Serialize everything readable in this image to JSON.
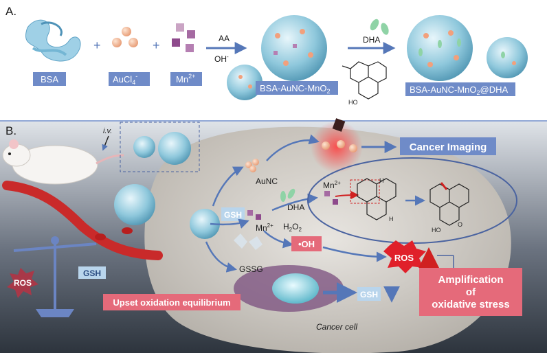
{
  "panel_a": {
    "section_label": "A.",
    "bsa": "BSA",
    "aucl4": "AuCl",
    "aucl4_sub": "4",
    "aucl4_sup": "-",
    "mn": "Mn",
    "mn_sup": "2+",
    "plus": "+",
    "aa": "AA",
    "oh": "OH",
    "oh_sup": "-",
    "dha": "DHA",
    "product1": "BSA-AuNC-MnO",
    "product1_sub": "2",
    "product2": "BSA-AuNC-MnO",
    "product2_sub": "2",
    "product2_tail": "@DHA",
    "ho": "HO"
  },
  "panel_b": {
    "section_label": "B.",
    "iv": "i.v.",
    "cancer_imaging": "Cancer Imaging",
    "aunc": "AuNC",
    "gsh": "GSH",
    "mn": "Mn",
    "mn_sup": "2+",
    "dha": "DHA",
    "h2o2_h": "H",
    "h2o2_2a": "2",
    "h2o2_o": "O",
    "h2o2_2b": "2",
    "oh_radical": "•OH",
    "gssg": "GSSG",
    "ros_center": "ROS",
    "ros_scale": "ROS",
    "gsh_scale": "GSH",
    "gsh_cell": "GSH",
    "upset": "Upset oxidation equilibrium",
    "cancer_cell": "Cancer cell",
    "amp_line1": "Amplification",
    "amp_line2": "of",
    "amp_line3": "oxidative stress",
    "mn_mech": "Mn",
    "mn_mech_sup": "2+",
    "h_label": "H",
    "h_label2": "H",
    "ho_label": "HO",
    "o_label": "O"
  },
  "colors": {
    "chip_blue": "#6f8bc8",
    "pink_box": "#e56a7a",
    "ros_red": "#e0202a",
    "dark_blue_bg": "#2b3440"
  }
}
